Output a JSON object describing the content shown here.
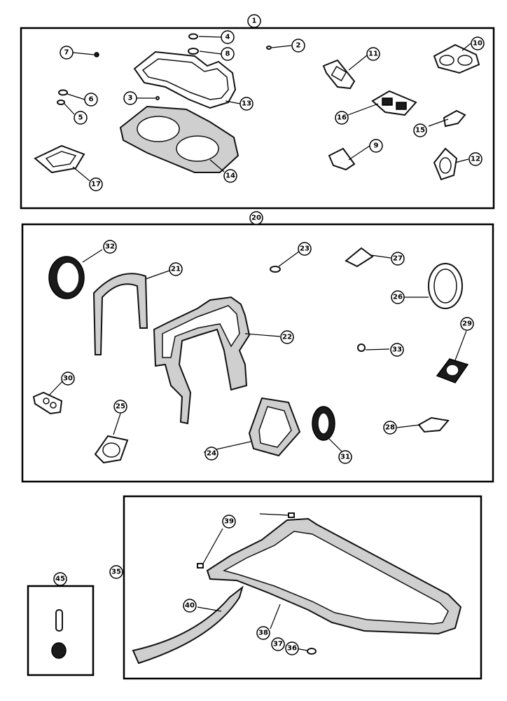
{
  "callouts": {
    "c1": "1",
    "c2": "2",
    "c3": "3",
    "c4": "4",
    "c5": "5",
    "c6": "6",
    "c7": "7",
    "c8": "8",
    "c9": "9",
    "c10": "10",
    "c11": "11",
    "c12": "12",
    "c13": "13",
    "c14": "14",
    "c15": "15",
    "c16": "16",
    "c17": "17",
    "c20": "20",
    "c21": "21",
    "c22": "22",
    "c23": "23",
    "c24": "24",
    "c25": "25",
    "c26": "26",
    "c27": "27",
    "c28": "28",
    "c29": "29",
    "c30": "30",
    "c31": "31",
    "c32": "32",
    "c33": "33",
    "c35": "35",
    "c36": "36",
    "c37": "37",
    "c38": "38",
    "c39": "39",
    "c40": "40",
    "c45": "45"
  }
}
